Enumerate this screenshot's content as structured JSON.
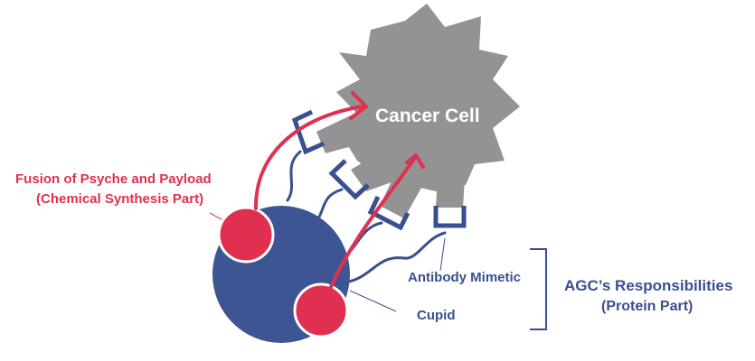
{
  "cancer_cell": {
    "label": "Cancer Cell"
  },
  "payload": {
    "line1": "Fusion of Psyche and Payload",
    "line2": "(Chemical Synthesis Part)"
  },
  "antibody_mimetic": {
    "label": "Antibody Mimetic"
  },
  "cupid": {
    "label": "Cupid"
  },
  "agc": {
    "line1": "AGC’s Responsibilities",
    "line2": "(Protein Part)"
  },
  "colors": {
    "cancer_cell": "#939393",
    "cupid_sphere": "#3d5592",
    "payload": "#e0304f",
    "receptor": "#3a4f8f",
    "text_red": "#e0304f",
    "text_blue": "#3a4f8f"
  }
}
